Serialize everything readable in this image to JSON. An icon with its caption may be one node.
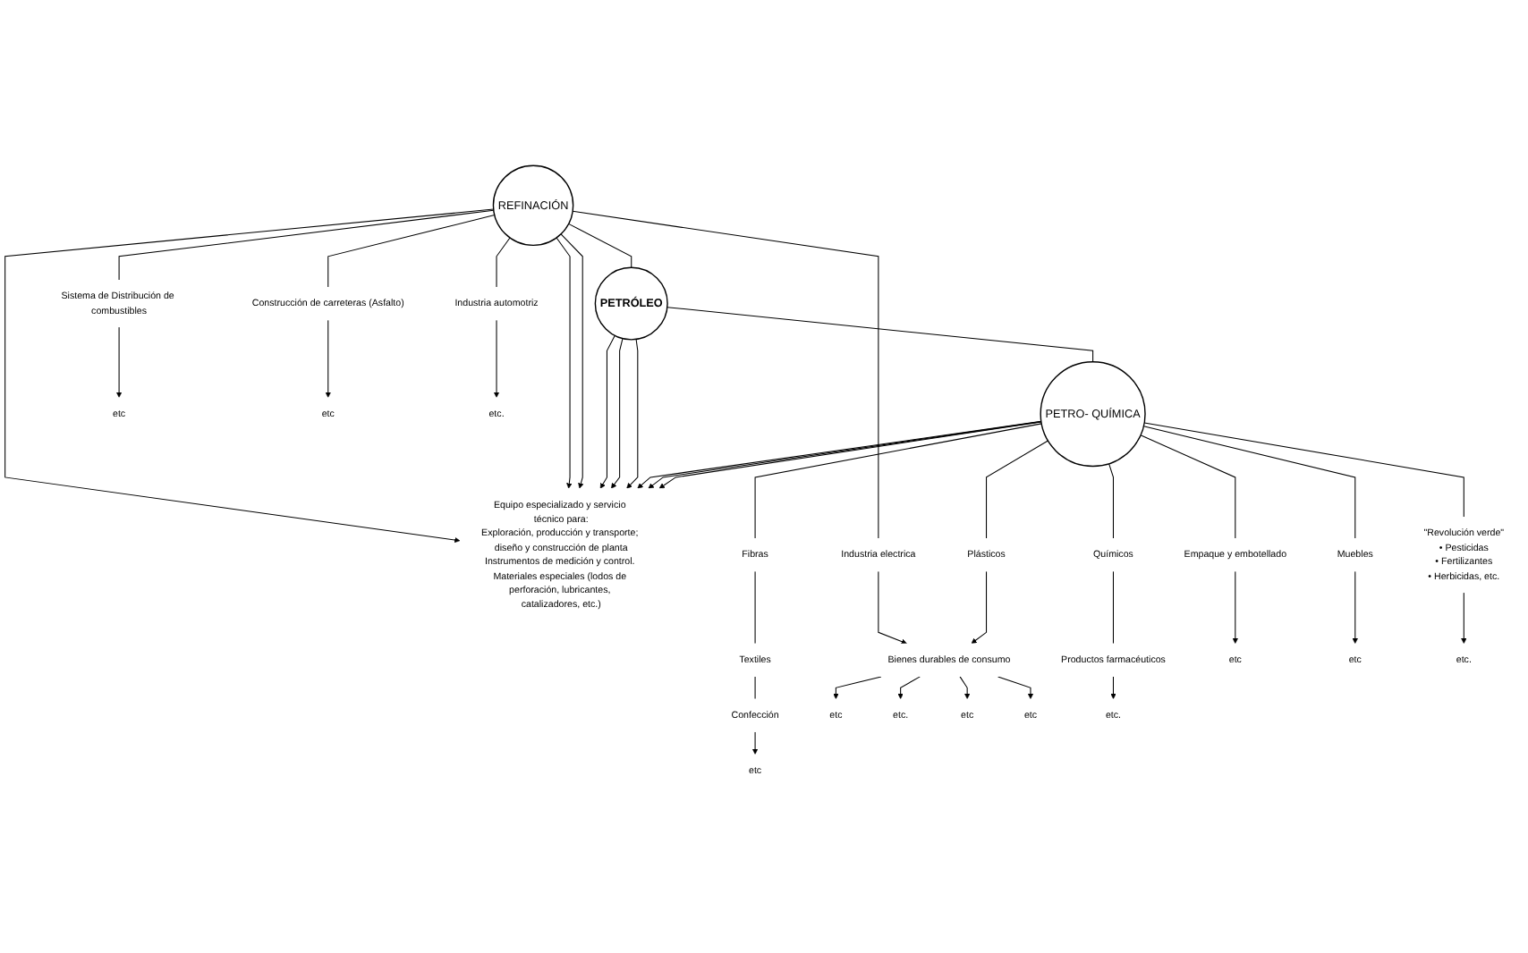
{
  "diagram": {
    "nodes": [
      {
        "text": [
          "Equipo especializado y servicio técnico para:",
          "Exploración, producción y transporte; diseño y construcción de planta",
          "Instrumentos de medición y control. Materiales especiales (lodos de perforación, lubricantes, catalizadores, etc.)"
        ]
      },
      {
        "text": [
          "REFINACIÓN"
        ]
      },
      {
        "text": [
          "PETRÓLEO"
        ]
      },
      {
        "text": [
          "PETRO- QUÍMICA"
        ]
      },
      {
        "text": [
          "Sistema de Distribución de combustibles"
        ]
      },
      {
        "text": [
          "Construcción de carreteras (Asfalto)"
        ]
      },
      {
        "text": [
          "Industria automotriz"
        ]
      },
      {
        "text": [
          "Industria electrica"
        ]
      },
      {
        "text": [
          "Bienes durables de consumo"
        ]
      },
      {
        "text": [
          "Plásticos"
        ]
      },
      {
        "text": [
          "Empaque y embotellado"
        ]
      },
      {
        "text": [
          "Muebles"
        ]
      },
      {
        "text": [
          "Fibras"
        ]
      },
      {
        "text": [
          "Textiles"
        ]
      },
      {
        "text": [
          "Confección"
        ]
      },
      {
        "text": [
          "Químicos"
        ]
      },
      {
        "text": [
          "Productos farmacéuticos"
        ]
      },
      {
        "text": [
          "\"Revolución verde\"",
          "• Pesticidas",
          "• Fertilizantes",
          "• Herbicidas, etc."
        ]
      },
      {
        "text": [
          "etc"
        ]
      },
      {
        "text": [
          "etc"
        ]
      },
      {
        "text": [
          "etc."
        ]
      },
      {
        "text": [
          "etc"
        ]
      },
      {
        "text": [
          "etc."
        ]
      },
      {
        "text": [
          "etc"
        ]
      },
      {
        "text": [
          "etc"
        ]
      },
      {
        "text": [
          "etc"
        ]
      },
      {
        "text": [
          "etc"
        ]
      },
      {
        "text": [
          "etc"
        ]
      },
      {
        "text": [
          "etc."
        ]
      },
      {
        "text": [
          "etc."
        ]
      }
    ],
    "edges": [
      {
        "from": 1,
        "to": 0,
        "arrow": "to"
      },
      {
        "from": 1,
        "to": 0,
        "arrow": "to"
      },
      {
        "from": 1,
        "to": 0,
        "arrow": "to"
      },
      {
        "from": 2,
        "to": 0,
        "arrow": "to"
      },
      {
        "from": 2,
        "to": 0,
        "arrow": "to"
      },
      {
        "from": 2,
        "to": 0,
        "arrow": "to"
      },
      {
        "from": 3,
        "to": 0,
        "arrow": "to"
      },
      {
        "from": 3,
        "to": 0,
        "arrow": "to"
      },
      {
        "from": 3,
        "to": 0,
        "arrow": "to"
      },
      {
        "from": 1,
        "to": 2,
        "arrow": "none"
      },
      {
        "from": 2,
        "to": 3,
        "arrow": "none"
      },
      {
        "from": 1,
        "to": 4,
        "arrow": "none"
      },
      {
        "from": 1,
        "to": 5,
        "arrow": "none"
      },
      {
        "from": 1,
        "to": 6,
        "arrow": "none"
      },
      {
        "from": 1,
        "to": 7,
        "arrow": "none"
      },
      {
        "from": 4,
        "to": 18,
        "arrow": "to"
      },
      {
        "from": 5,
        "to": 19,
        "arrow": "to"
      },
      {
        "from": 6,
        "to": 20,
        "arrow": "to"
      },
      {
        "from": 7,
        "to": 8,
        "arrow": "to"
      },
      {
        "from": 3,
        "to": 9,
        "arrow": "none"
      },
      {
        "from": 9,
        "to": 8,
        "arrow": "to"
      },
      {
        "from": 8,
        "to": 21,
        "arrow": "to"
      },
      {
        "from": 8,
        "to": 22,
        "arrow": "to"
      },
      {
        "from": 8,
        "to": 23,
        "arrow": "to"
      },
      {
        "from": 8,
        "to": 24,
        "arrow": "to"
      },
      {
        "from": 3,
        "to": 10,
        "arrow": "none"
      },
      {
        "from": 10,
        "to": 25,
        "arrow": "to"
      },
      {
        "from": 3,
        "to": 11,
        "arrow": "none"
      },
      {
        "from": 11,
        "to": 26,
        "arrow": "to"
      },
      {
        "from": 3,
        "to": 12,
        "arrow": "none"
      },
      {
        "from": 12,
        "to": 13,
        "arrow": "none"
      },
      {
        "from": 13,
        "to": 14,
        "arrow": "none"
      },
      {
        "from": 14,
        "to": 27,
        "arrow": "to"
      },
      {
        "from": 3,
        "to": 15,
        "arrow": "none"
      },
      {
        "from": 15,
        "to": 16,
        "arrow": "none"
      },
      {
        "from": 16,
        "to": 28,
        "arrow": "to"
      },
      {
        "from": 3,
        "to": 17,
        "arrow": "none"
      },
      {
        "from": 17,
        "to": 29,
        "arrow": "to"
      }
    ]
  }
}
